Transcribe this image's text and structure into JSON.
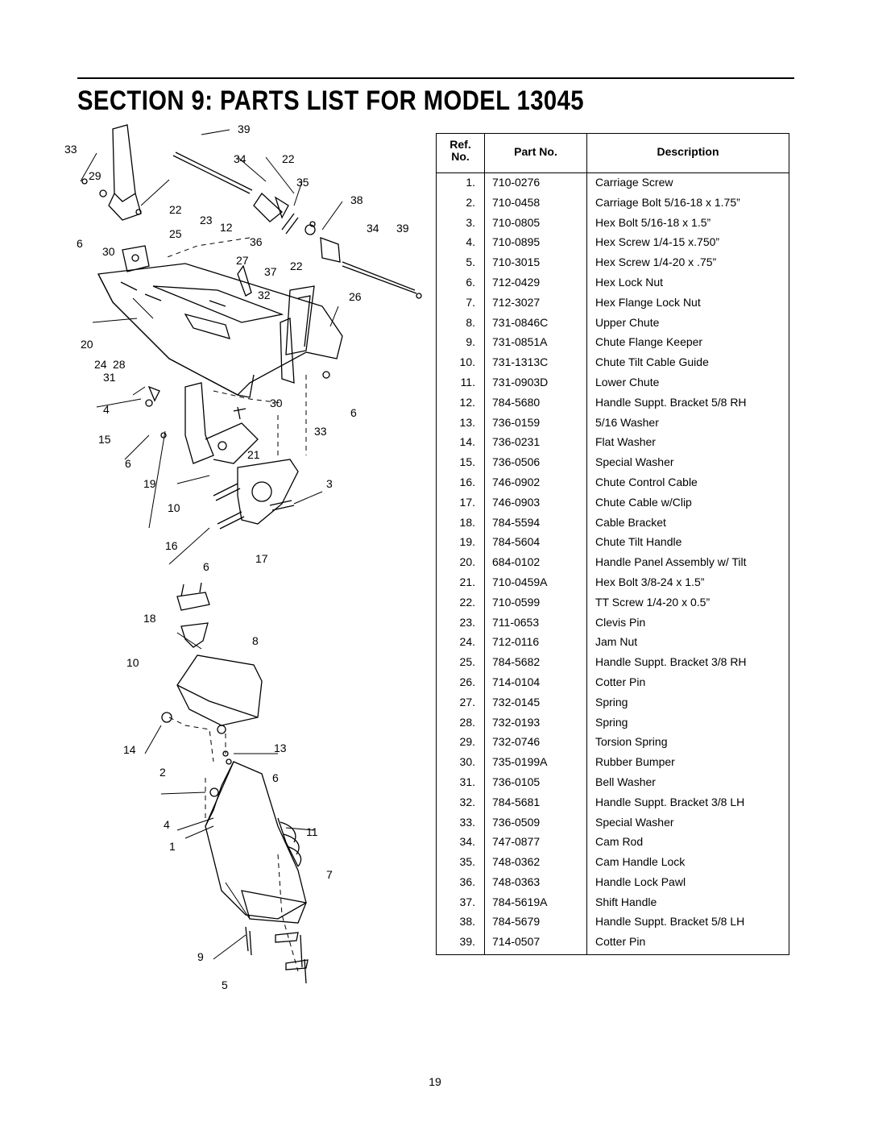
{
  "header": {
    "title": "SECTION 9:  PARTS LIST FOR MODEL 13045"
  },
  "diagram": {
    "callouts": [
      "39",
      "33",
      "34",
      "22",
      "29",
      "35",
      "38",
      "22",
      "23",
      "12",
      "34",
      "39",
      "25",
      "6",
      "30",
      "36",
      "27",
      "37",
      "22",
      "32",
      "26",
      "20",
      "24",
      "28",
      "31",
      "4",
      "30",
      "6",
      "15",
      "33",
      "6",
      "21",
      "19",
      "3",
      "10",
      "16",
      "17",
      "6",
      "18",
      "8",
      "10",
      "14",
      "13",
      "2",
      "6",
      "4",
      "11",
      "1",
      "7",
      "9",
      "5"
    ]
  },
  "table": {
    "headers": {
      "ref": "Ref. No.",
      "ref_line1": "Ref.",
      "ref_line2": "No.",
      "part_no": "Part No.",
      "description": "Description"
    },
    "rows": [
      {
        "ref": "1.",
        "part": "710-0276",
        "desc": "Carriage Screw"
      },
      {
        "ref": "2.",
        "part": "710-0458",
        "desc": "Carriage Bolt 5/16-18 x 1.75”"
      },
      {
        "ref": "3.",
        "part": "710-0805",
        "desc": "Hex Bolt 5/16-18 x 1.5”"
      },
      {
        "ref": "4.",
        "part": "710-0895",
        "desc": "Hex Screw 1/4-15 x.750”"
      },
      {
        "ref": "5.",
        "part": "710-3015",
        "desc": "Hex Screw 1/4-20 x .75”"
      },
      {
        "ref": "6.",
        "part": "712-0429",
        "desc": "Hex Lock Nut"
      },
      {
        "ref": "7.",
        "part": "712-3027",
        "desc": "Hex Flange Lock Nut"
      },
      {
        "ref": "8.",
        "part": "731-0846C",
        "desc": "Upper Chute"
      },
      {
        "ref": "9.",
        "part": "731-0851A",
        "desc": "Chute Flange Keeper"
      },
      {
        "ref": "10.",
        "part": "731-1313C",
        "desc": "Chute Tilt Cable Guide"
      },
      {
        "ref": "11.",
        "part": "731-0903D",
        "desc": "Lower Chute"
      },
      {
        "ref": "12.",
        "part": "784-5680",
        "desc": "Handle Suppt. Bracket 5/8 RH"
      },
      {
        "ref": "13.",
        "part": "736-0159",
        "desc": "5/16 Washer"
      },
      {
        "ref": "14.",
        "part": "736-0231",
        "desc": "Flat Washer"
      },
      {
        "ref": "15.",
        "part": "736-0506",
        "desc": "Special Washer"
      },
      {
        "ref": "16.",
        "part": "746-0902",
        "desc": "Chute Control Cable"
      },
      {
        "ref": "17.",
        "part": "746-0903",
        "desc": "Chute Cable w/Clip"
      },
      {
        "ref": "18.",
        "part": "784-5594",
        "desc": "Cable Bracket"
      },
      {
        "ref": "19.",
        "part": "784-5604",
        "desc": "Chute Tilt Handle"
      },
      {
        "ref": "20.",
        "part": "684-0102",
        "desc": "Handle Panel Assembly w/ Tilt"
      },
      {
        "ref": "21.",
        "part": "710-0459A",
        "desc": "Hex Bolt 3/8-24 x 1.5”"
      },
      {
        "ref": "22.",
        "part": "710-0599",
        "desc": "TT Screw 1/4-20 x 0.5”"
      },
      {
        "ref": "23.",
        "part": "711-0653",
        "desc": "Clevis Pin"
      },
      {
        "ref": "24.",
        "part": "712-0116",
        "desc": "Jam Nut"
      },
      {
        "ref": "25.",
        "part": "784-5682",
        "desc": "Handle Suppt. Bracket 3/8 RH"
      },
      {
        "ref": "26.",
        "part": "714-0104",
        "desc": "Cotter Pin"
      },
      {
        "ref": "27.",
        "part": "732-0145",
        "desc": "Spring"
      },
      {
        "ref": "28.",
        "part": "732-0193",
        "desc": "Spring"
      },
      {
        "ref": "29.",
        "part": "732-0746",
        "desc": "Torsion Spring"
      },
      {
        "ref": "30.",
        "part": "735-0199A",
        "desc": "Rubber Bumper"
      },
      {
        "ref": "31.",
        "part": "736-0105",
        "desc": "Bell Washer"
      },
      {
        "ref": "32.",
        "part": "784-5681",
        "desc": "Handle Suppt. Bracket 3/8 LH"
      },
      {
        "ref": "33.",
        "part": "736-0509",
        "desc": "Special Washer"
      },
      {
        "ref": "34.",
        "part": "747-0877",
        "desc": "Cam Rod"
      },
      {
        "ref": "35.",
        "part": "748-0362",
        "desc": "Cam Handle Lock"
      },
      {
        "ref": "36.",
        "part": "748-0363",
        "desc": "Handle Lock Pawl"
      },
      {
        "ref": "37.",
        "part": "784-5619A",
        "desc": "Shift Handle"
      },
      {
        "ref": "38.",
        "part": "784-5679",
        "desc": "Handle Suppt. Bracket 5/8 LH"
      },
      {
        "ref": "39.",
        "part": "714-0507",
        "desc": "Cotter Pin"
      }
    ]
  },
  "footer": {
    "page_number": "19"
  }
}
